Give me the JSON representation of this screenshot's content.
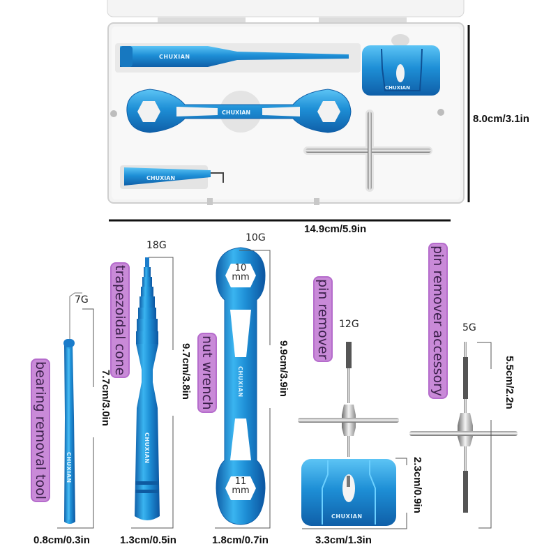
{
  "brand": "CHUXIAN",
  "colors": {
    "tool_blue": "#1e8fd6",
    "tool_blue_dark": "#0f5fa8",
    "label_purple": "#c98ad8",
    "case_gray": "#f2f2f2"
  },
  "case": {
    "width_label": "14.9cm/5.9in",
    "height_label": "8.0cm/3.1in"
  },
  "tools": [
    {
      "name": "bearing removal tool",
      "gauge": "7G",
      "length": "7.7cm/3.0in",
      "width": "0.8cm/0.3in"
    },
    {
      "name": "trapezoidal cone",
      "gauge": "18G",
      "length": "9.7cm/3.8in",
      "width": "1.3cm/0.5in"
    },
    {
      "name": "nut wrench",
      "gauge": "10G",
      "length": "9.9cm/3.9in",
      "width": "1.8cm/0.7in",
      "end_top": "10",
      "end_bottom": "11",
      "unit": "mm"
    },
    {
      "name": "pin remover",
      "gauge": "12G",
      "base_height": "2.3cm/0.9in",
      "base_width": "3.3cm/1.3in"
    },
    {
      "name": "pin remover accessory",
      "gauge": "5G",
      "length": "5.5cm/2.2n"
    }
  ]
}
